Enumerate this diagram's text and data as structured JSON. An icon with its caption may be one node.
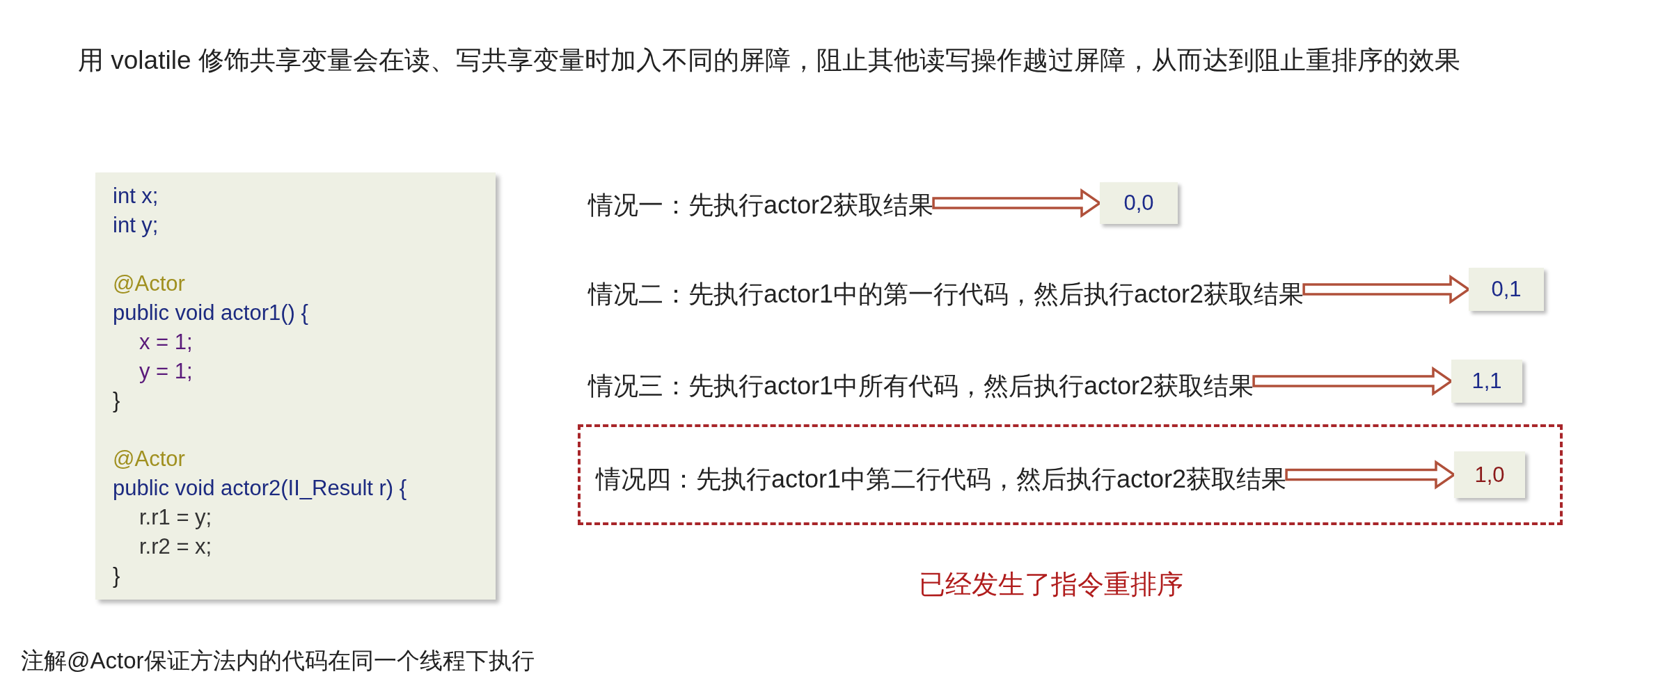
{
  "diagram": {
    "title": "用 volatile 修饰共享变量会在读、写共享变量时加入不同的屏障，阻止其他读写操作越过屏障，从而达到阻止重排序的效果",
    "nodes": [
      {
        "text": [
          "int x;",
          "int y;",
          "@Actor",
          "public void actor1() {",
          "x = 1;",
          "y = 1;",
          "}",
          "@Actor",
          "public void actor2(II_Result r) {",
          "r.r1 = y;",
          "r.r2 = x;",
          "}"
        ]
      },
      {
        "text": [
          "情况一：先执行actor2获取结果"
        ]
      },
      {
        "text": [
          "0,0"
        ]
      },
      {
        "text": [
          "情况二：先执行actor1中的第一行代码，然后执行actor2获取结果"
        ]
      },
      {
        "text": [
          "0,1"
        ]
      },
      {
        "text": [
          "情况三：先执行actor1中所有代码，然后执行actor2获取结果"
        ]
      },
      {
        "text": [
          "1,1"
        ]
      },
      {
        "text": [],
        "shape": "box"
      },
      {
        "text": [
          "情况四：先执行actor1中第二行代码，然后执行actor2获取结果"
        ],
        "in": 7
      },
      {
        "text": [
          "1,0"
        ],
        "in": 7
      }
    ],
    "edges": [
      {
        "from": 1,
        "to": 2,
        "arrow": "to"
      },
      {
        "from": 3,
        "to": 4,
        "arrow": "to"
      },
      {
        "from": 5,
        "to": 6,
        "arrow": "to"
      },
      {
        "from": 8,
        "to": 9,
        "arrow": "to"
      }
    ],
    "labels": [
      "已经发生了指令重排序",
      "注解@Actor保证方法内的代码在同一个线程下执行"
    ]
  }
}
